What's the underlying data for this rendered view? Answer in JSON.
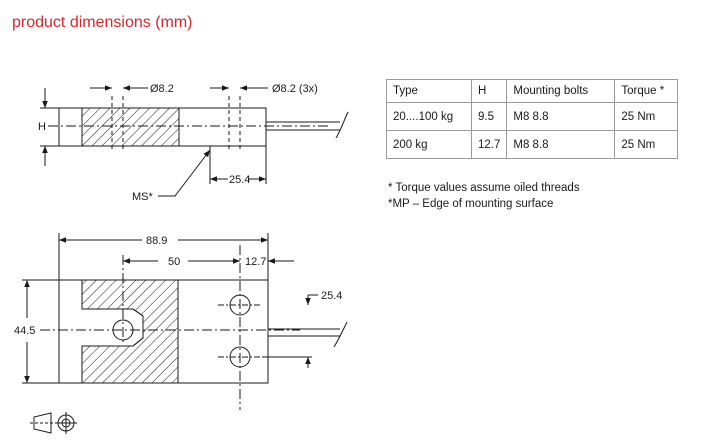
{
  "title": "product dimensions (mm)",
  "side_view": {
    "height_label": "H",
    "hole_label": "Ø8.2",
    "hole3x_label": "Ø8.2 (3x)",
    "spacing_label": "25.4",
    "ms_label": "MS*"
  },
  "top_view": {
    "length_label": "88.9",
    "offset_label": "50",
    "end_label": "12.7",
    "spacing_label": "25.4",
    "width_label": "44.5"
  },
  "table": {
    "headers": [
      "Type",
      "H",
      "Mounting bolts",
      "Torque *"
    ],
    "rows": [
      [
        "20....100 kg",
        "9.5",
        "M8 8.8",
        "25 Nm"
      ],
      [
        "200 kg",
        "12.7",
        "M8 8.8",
        "25 Nm"
      ]
    ]
  },
  "notes": [
    "* Torque values assume oiled threads",
    "*MP – Edge of mounting surface"
  ],
  "colors": {
    "title": "#d9262c",
    "line": "#1a1a1a",
    "grid": "#9a9a9a"
  },
  "icons": [
    "projection-symbol-icon"
  ]
}
